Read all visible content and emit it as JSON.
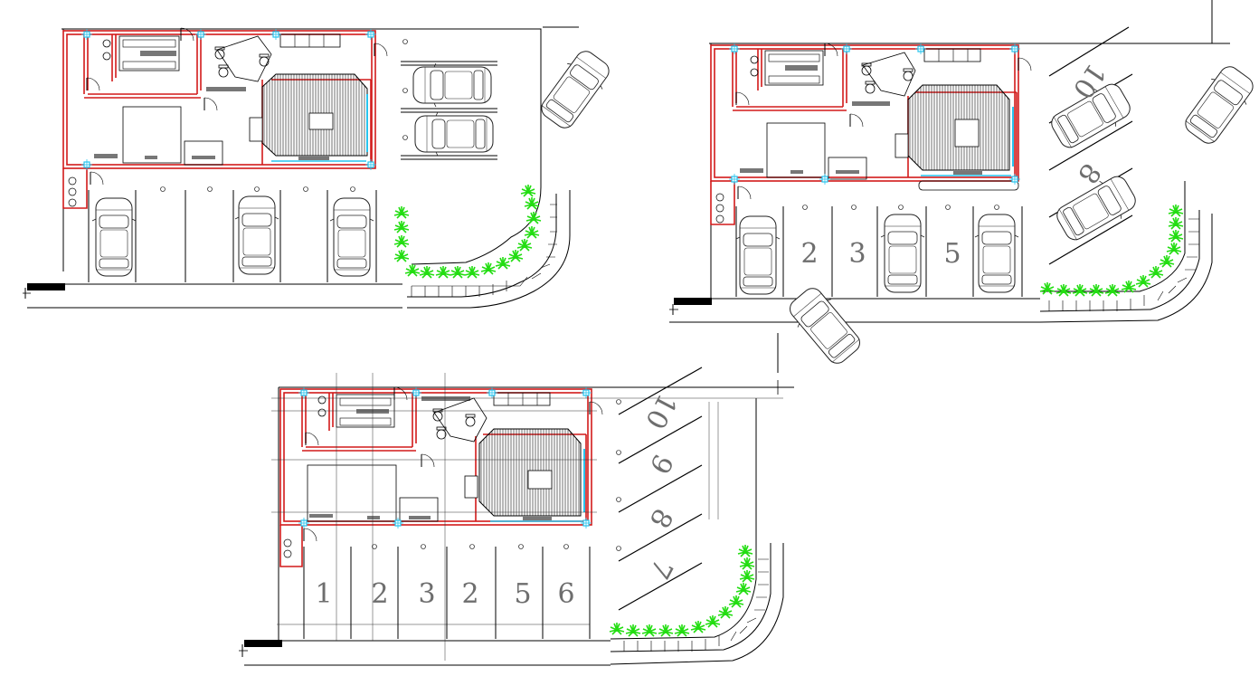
{
  "drawing": {
    "colors": {
      "wall": "#d21a1a",
      "line": "#000000",
      "glass": "#27c4ee",
      "planting": "#22dd11",
      "label": "#6e6e6e",
      "poche": "#000000"
    },
    "plans": [
      {
        "id": "plan-top-left",
        "stall_numbers": [],
        "angled_numbers": []
      },
      {
        "id": "plan-top-right",
        "stall_numbers": [
          "2",
          "3",
          "5"
        ],
        "angled_numbers": [
          "10",
          "8"
        ]
      },
      {
        "id": "plan-bottom",
        "stall_numbers": [
          "1",
          "2",
          "3",
          "2",
          "5",
          "6"
        ],
        "angled_numbers": [
          "10",
          "9",
          "8",
          "7"
        ]
      }
    ]
  }
}
